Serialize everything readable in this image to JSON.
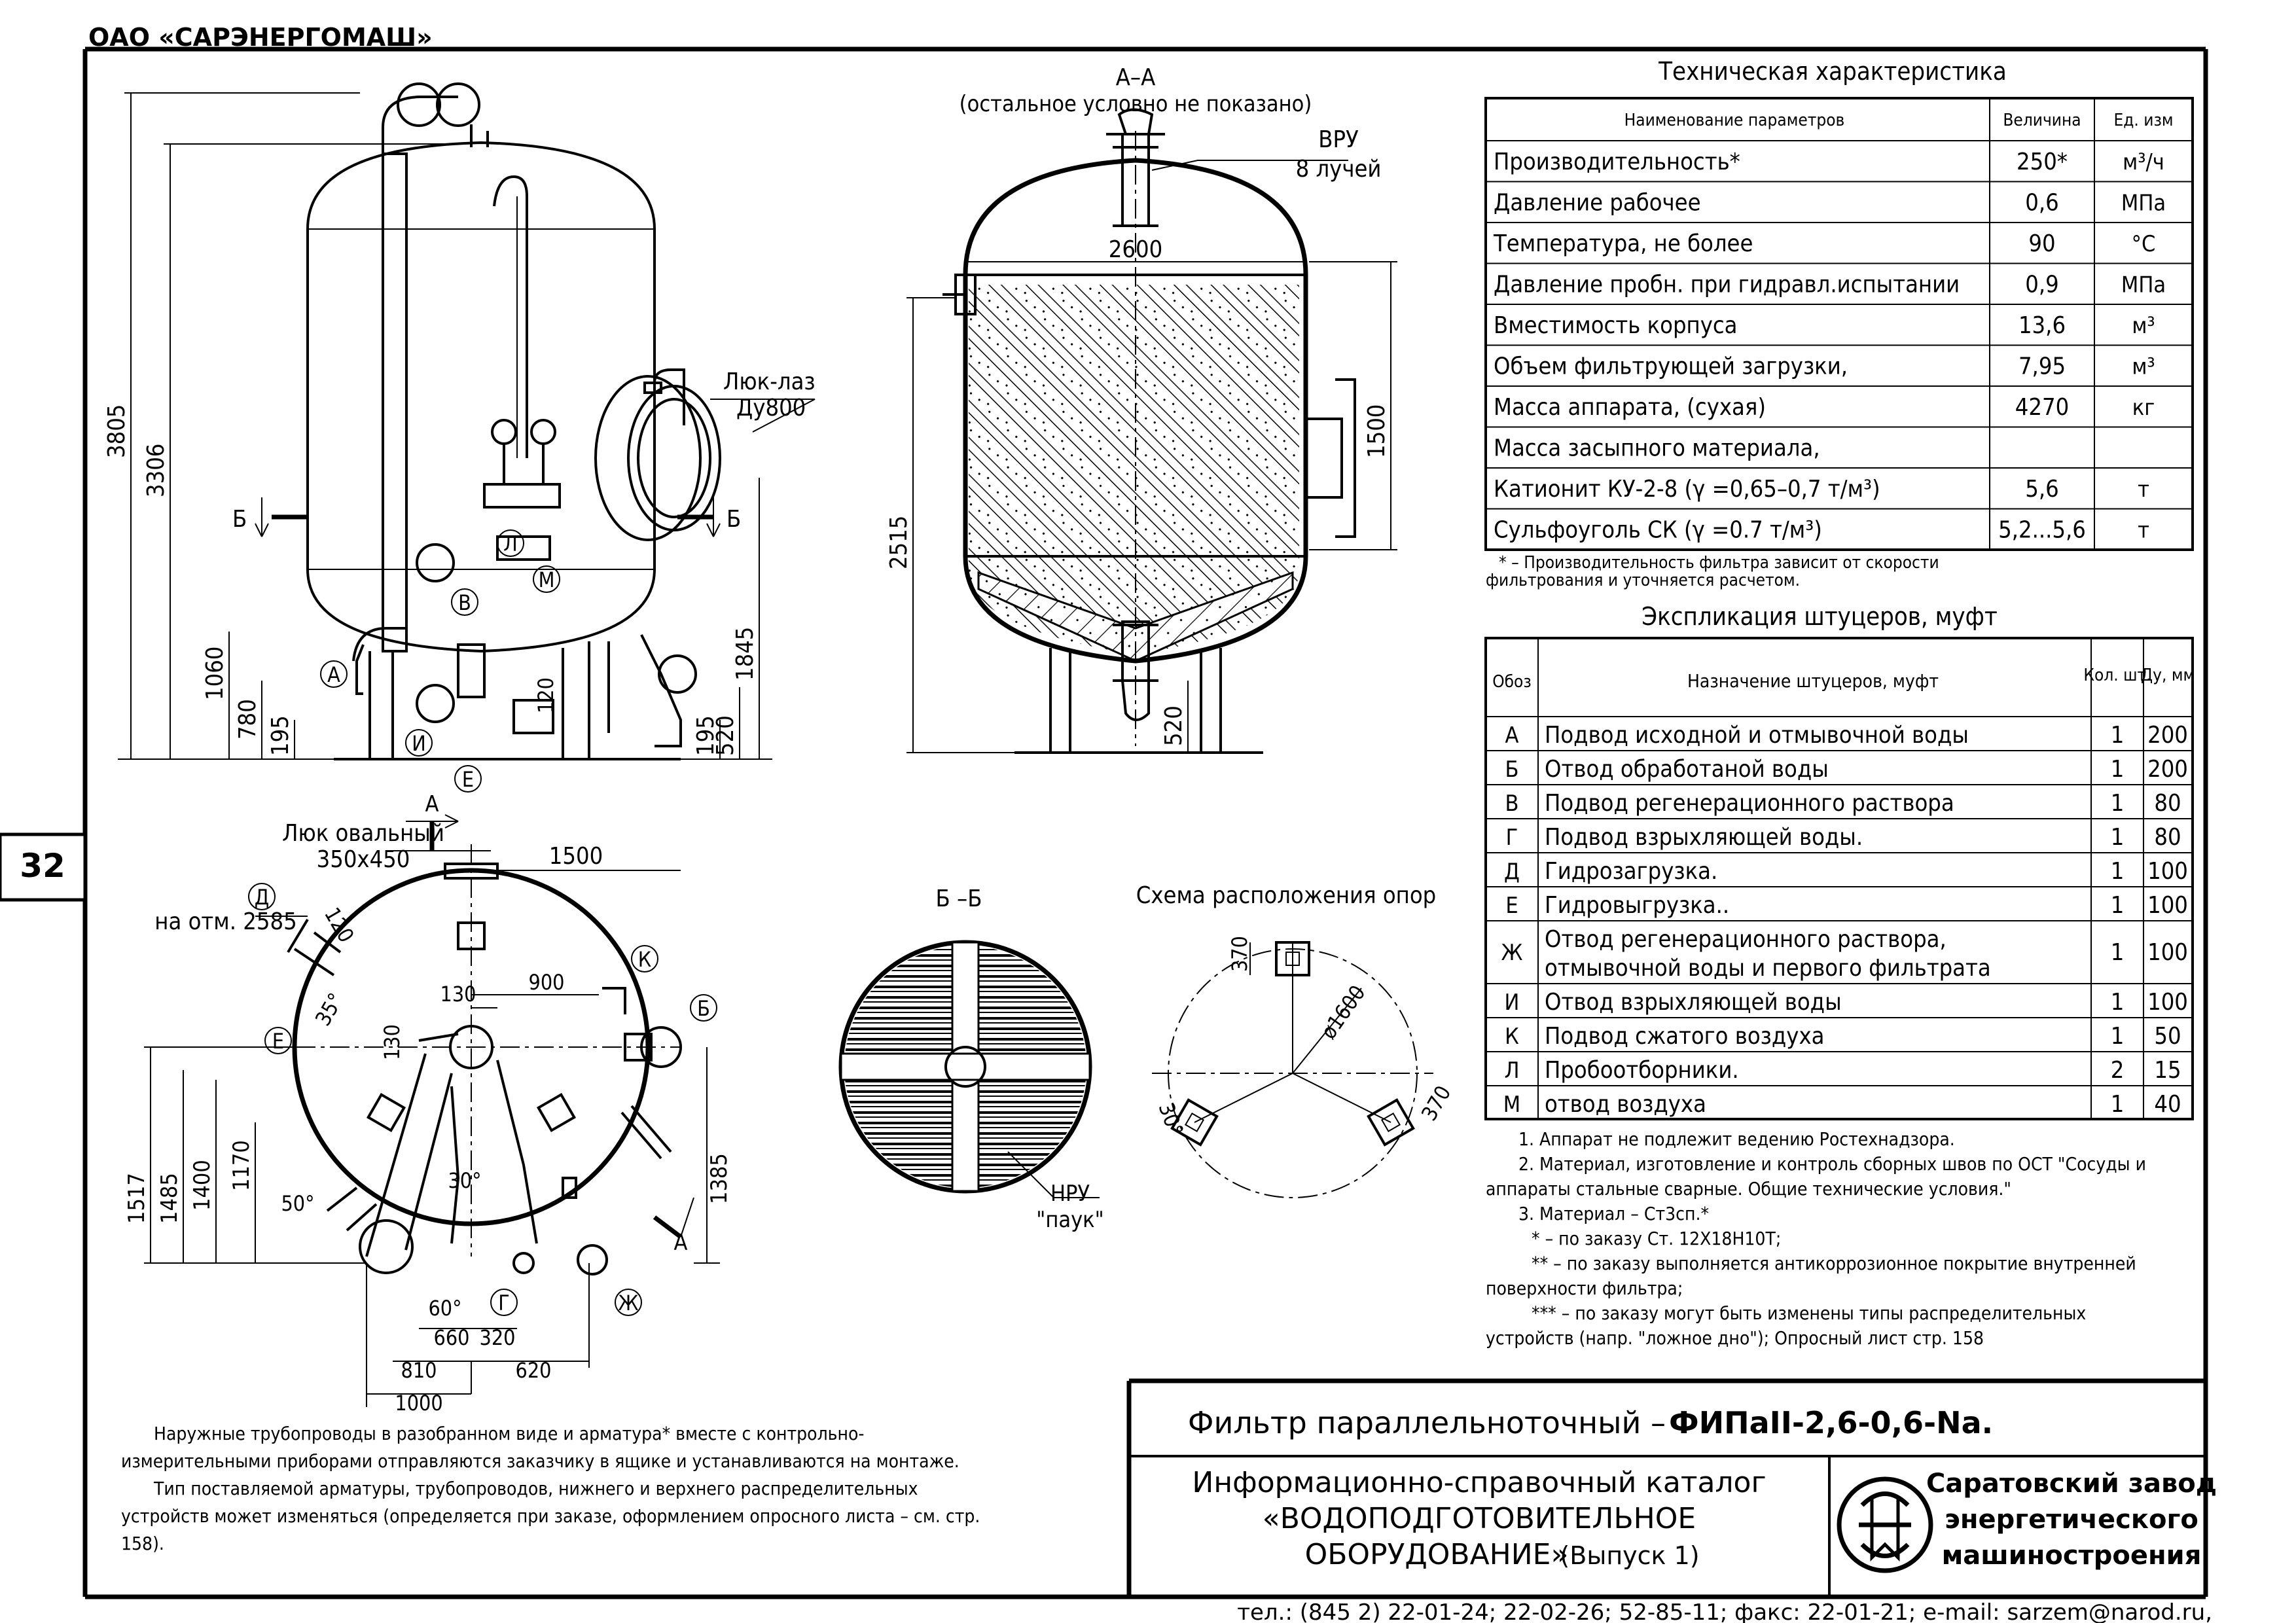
{
  "header": {
    "company": "ОАО «САРЭНЕРГОМАШ»",
    "page_number": "32"
  },
  "views": {
    "section_aa_title": "А–А",
    "section_aa_note": "(остальное условно не показано)",
    "section_bb_title": "Б –Б",
    "supports_title": "Схема расположения опор",
    "vru": "ВРУ",
    "vru_rays": "8 лучей",
    "nru": "НРУ",
    "nru_spider": "\"паук\"",
    "manhole": "Люк-лаз",
    "manhole_dn": "Ду800",
    "oval_manhole": "Люк овальный",
    "oval_manhole_size": "350х450",
    "elevation_note": "на отм. 2585"
  },
  "dimensions": {
    "front": [
      "3805",
      "3306",
      "1060",
      "780",
      "195",
      "1845",
      "520",
      "195",
      "120"
    ],
    "section": [
      "2600",
      "2515",
      "1500",
      "520"
    ],
    "plan": [
      "1500",
      "130",
      "900",
      "130",
      "120",
      "35°",
      "1517",
      "1485",
      "1400",
      "1170",
      "50°",
      "30°",
      "1385",
      "60°",
      "660",
      "320",
      "810",
      "620",
      "1000"
    ],
    "supports": [
      "370",
      "ø1600",
      "30°",
      "370"
    ]
  },
  "markers": [
    "А",
    "Б",
    "В",
    "Г",
    "Д",
    "Е",
    "Ж",
    "И",
    "К",
    "Л",
    "М"
  ],
  "section_markers": {
    "a": "А",
    "b": "Б"
  },
  "specs": {
    "title": "Техническая характеристика",
    "headers": [
      "Наименование параметров",
      "Величина",
      "Ед. изм"
    ],
    "rows": [
      [
        "Производительность*",
        "250*",
        "м³/ч"
      ],
      [
        "Давление рабочее",
        "0,6",
        "МПа"
      ],
      [
        "Температура, не более",
        "90",
        "°С"
      ],
      [
        "Давление пробн. при гидравл.испытании",
        "0,9",
        "МПа"
      ],
      [
        "Вместимость корпуса",
        "13,6",
        "м³"
      ],
      [
        "Объем фильтрующей загрузки,",
        "7,95",
        "м³"
      ],
      [
        "Масса аппарата, (сухая)",
        "4270",
        "кг"
      ],
      [
        "Масса засыпного материала,",
        "",
        ""
      ],
      [
        "Катионит КУ-2-8 (γ =0,65–0,7 т/м³)",
        "5,6",
        "т"
      ],
      [
        "Сульфоуголь СК (γ =0.7 т/м³)",
        "5,2...5,6",
        "т"
      ]
    ],
    "footnote1": "* – Производительность фильтра зависит от скорости",
    "footnote2": "фильтрования и уточняется расчетом."
  },
  "nozzles": {
    "title": "Экспликация штуцеров, муфт",
    "headers": [
      "Обоз",
      "Назначение штуцеров, муфт",
      "Кол. шт.",
      "Ду, мм"
    ],
    "rows": [
      [
        "А",
        "Подвод исходной и отмывочной воды",
        "1",
        "200"
      ],
      [
        "Б",
        "Отвод обработаной воды",
        "1",
        "200"
      ],
      [
        "В",
        "Подвод регенерационного раствора",
        "1",
        "80"
      ],
      [
        "Г",
        "Подвод взрыхляющей воды.",
        "1",
        "80"
      ],
      [
        "Д",
        "Гидрозагрузка.",
        "1",
        "100"
      ],
      [
        "Е",
        "Гидровыгрузка..",
        "1",
        "100"
      ],
      [
        "Ж",
        "Отвод регенерационного раствора,",
        "1",
        "100"
      ],
      [
        "И",
        "Отвод взрыхляющей воды",
        "1",
        "100"
      ],
      [
        "К",
        "Подвод сжатого воздуха",
        "1",
        "50"
      ],
      [
        "Л",
        "Пробоотборники.",
        "2",
        "15"
      ],
      [
        "М",
        "отвод воздуха",
        "1",
        "40"
      ]
    ],
    "row_zh_line2": "отмывочной воды и первого фильтрата"
  },
  "notes": [
    "1. Аппарат не подлежит ведению Ростехнадзора.",
    "2. Материал, изготовление и контроль сборных швов по ОСТ \"Сосуды и",
    "аппараты стальные сварные. Общие технические условия.\"",
    "3. Материал – Ст3сп.*",
    "* – по заказу Ст. 12Х18Н10Т;",
    "** – по заказу выполняется антикоррозионное покрытие внутренней",
    "поверхности фильтра;",
    "*** – по заказу могут быть изменены типы распределительных",
    "устройств (напр. \"ложное дно\"); Опросный лист стр. 158"
  ],
  "bottom_notes": [
    "Наружные трубопроводы в разобранном виде и арматура* вместе с контрольно-",
    "измерительными приборами отправляются заказчику в ящике и устанавливаются на монтаже.",
    "Тип поставляемой арматуры, трубопроводов, нижнего и верхнего распределительных",
    "устройств может изменяться (определяется при заказе, оформлением опросного листа – см. стр.",
    "158)."
  ],
  "title_block": {
    "name_prefix": "Фильтр параллельноточный – ",
    "name_model": "ФИПаII-2,6-0,6-Na.",
    "catalog_l1": "Информационно-справочный каталог",
    "catalog_l2": "«ВОДОПОДГОТОВИТЕЛЬНОЕ",
    "catalog_l3": "ОБОРУДОВАНИЕ»",
    "catalog_issue": "(Выпуск 1)",
    "maker_l1": "Саратовский завод",
    "maker_l2": "энергетического",
    "maker_l3": "машиностроения"
  },
  "footer": {
    "contacts": "тел.: (845 2) 22-01-24; 22-02-26; 52-85-11; факс: 22-01-21; e-mail: sarzem@narod.ru,"
  }
}
